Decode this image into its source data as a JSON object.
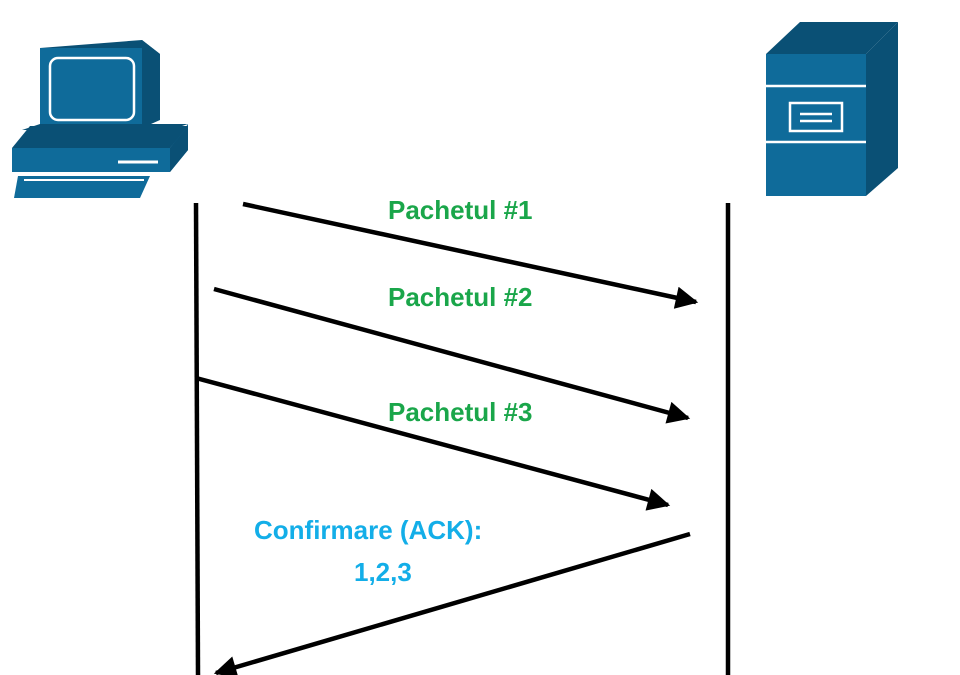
{
  "colors": {
    "device": "#0f6b9a",
    "device_dark": "#0a5075",
    "device_light": "#ffffff",
    "line": "#000000",
    "packet_text": "#1aa64a",
    "ack_text": "#13aee8"
  },
  "icons": {
    "client": "desktop-computer-icon",
    "server": "server-tower-icon"
  },
  "packets": [
    {
      "label": "Pachetul #1"
    },
    {
      "label": "Pachetul #2"
    },
    {
      "label": "Pachetul #3"
    }
  ],
  "ack": {
    "label_line1": "Confirmare (ACK):",
    "label_line2": "1,2,3"
  }
}
